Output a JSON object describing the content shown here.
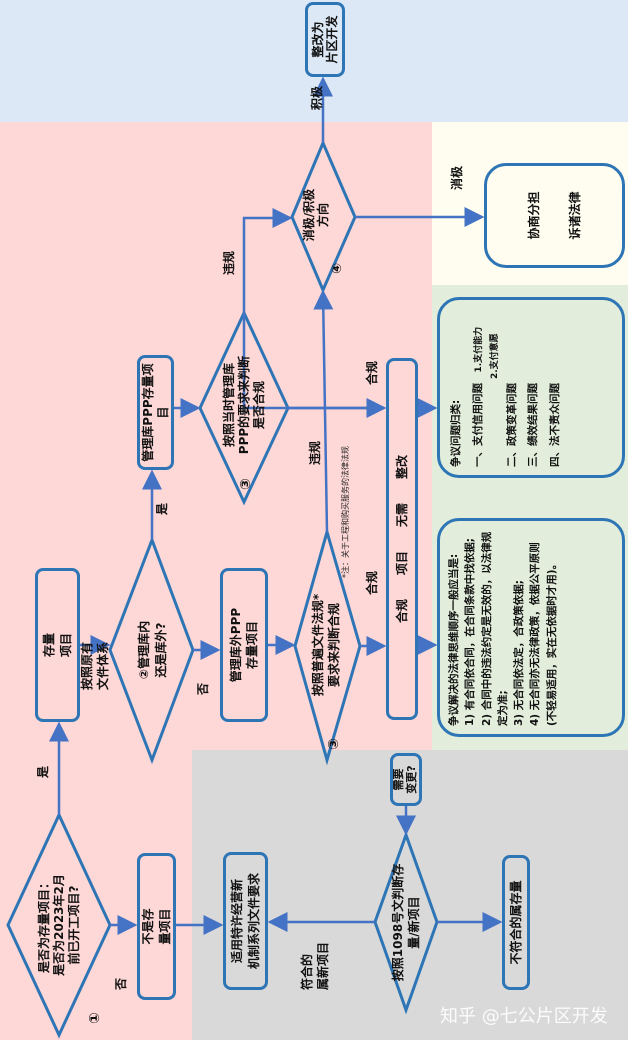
{
  "colors": {
    "stroke": "#2e75b6",
    "arrow": "#4472c4",
    "zone_blue": "#dce8f5",
    "zone_pink": "#fdd8d7",
    "zone_gray": "#d9d9d9",
    "zone_yellow": "#fefdf0",
    "zone_green": "#e2eedb"
  },
  "nodes": {
    "q1": {
      "num": "①",
      "lines": [
        "是否为存量项目：",
        "是否为2023年2月",
        "前已开工项目?"
      ]
    },
    "stock": {
      "lines": [
        "存量",
        "项目"
      ]
    },
    "q2": {
      "lines": [
        "②管理库内",
        "还是库外?"
      ]
    },
    "not_stock": {
      "lines": [
        "不是存",
        "量项目"
      ]
    },
    "outside_ppp": {
      "lines": [
        "管理库外PPP",
        "存量项目"
      ]
    },
    "new_mechanism": {
      "lines": [
        "适用特许经营新",
        "机制系列文件要求"
      ]
    },
    "q3_general": {
      "num": "③",
      "lines": [
        "按照普遍文件法规*",
        "要求来判断合规"
      ],
      "note": "*注：关于工程和购买服务的法律法规"
    },
    "compliant": {
      "text": "合规　　项目　　无需　　整改"
    },
    "need_change": {
      "lines": [
        "需要",
        "变更?"
      ]
    },
    "q1098": {
      "lines": [
        "按照1098号文判断存",
        "量/新项目"
      ]
    },
    "nonconform_stock": {
      "text": "不符合的属存量"
    },
    "inside_ppp": {
      "lines": [
        "管理库PPP存量项",
        "目"
      ]
    },
    "q3_ppp": {
      "num": "③",
      "lines": [
        "按照当时管理库",
        "PPP的要求来判断",
        "是否合规"
      ]
    },
    "q4": {
      "num": "④",
      "lines": [
        "消极/积极",
        "方向"
      ]
    },
    "rectify": {
      "lines": [
        "整改为",
        "片区开发"
      ]
    },
    "negotiate": {
      "lines": [
        "协商分担",
        "诉诸法律"
      ]
    },
    "dispute_order": {
      "lines": [
        "争议解决的法律思维顺序一般应当是:",
        "1) 有合同依合同，在合同条款中找依据;",
        "2) 合同中的违法约定是无效的，以法律规定为准;",
        "3) 无合同依法定，合政策依据;",
        "4) 无合同亦无法律政策，依据公平原则(不轻易适用，实在无依据时才用)。"
      ]
    },
    "dispute_types": {
      "title": "争议问题归类:",
      "items": [
        "一、支付信用问题",
        "二、政策变革问题",
        "三、绩效结果问题",
        "四、法不责众问题"
      ],
      "sub": [
        "1.支付能力",
        "2.支付意愿"
      ]
    }
  },
  "labels": {
    "yes1": "是",
    "no1": "否",
    "original_system": [
      "按照原有",
      "文件体系"
    ],
    "no2": "否",
    "yes2": "是",
    "violate1": "违规",
    "violate2": "违规",
    "comply1": "合规",
    "comply2": "合规",
    "positive": "积极",
    "negative": "消极",
    "conform_new": [
      "符合的",
      "属新项目"
    ]
  },
  "watermark": "知乎 @七公片区开发"
}
